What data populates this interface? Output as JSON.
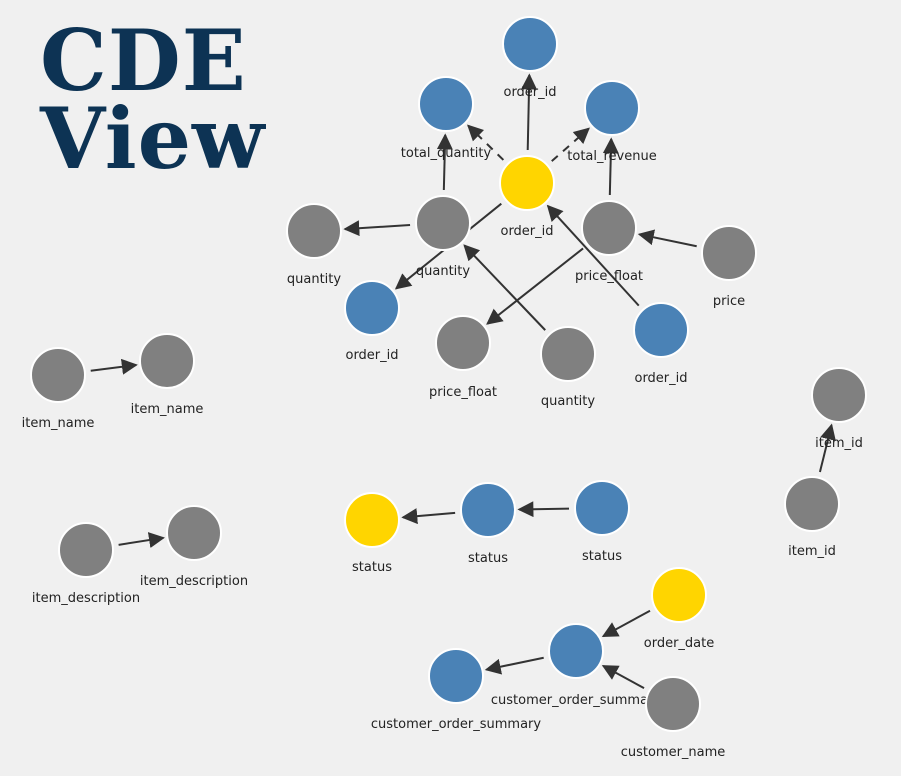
{
  "title": {
    "line1": "CDE",
    "line2": "View"
  },
  "colors": {
    "source": "#808080",
    "model": "#4a82b6",
    "seed": "#ffd500",
    "edge": "#333333",
    "title": "#0d3354"
  },
  "nodes": [
    {
      "id": "n1",
      "label": "order_id",
      "kind": "model"
    },
    {
      "id": "n2",
      "label": "total_quantity",
      "kind": "model"
    },
    {
      "id": "n3",
      "label": "total_revenue",
      "kind": "model"
    },
    {
      "id": "n4",
      "label": "order_id",
      "kind": "seed"
    },
    {
      "id": "n5",
      "label": "quantity",
      "kind": "source"
    },
    {
      "id": "n6",
      "label": "quantity",
      "kind": "source"
    },
    {
      "id": "n7",
      "label": "price_float",
      "kind": "source"
    },
    {
      "id": "n8",
      "label": "price",
      "kind": "source"
    },
    {
      "id": "n9",
      "label": "order_id",
      "kind": "model"
    },
    {
      "id": "n10",
      "label": "price_float",
      "kind": "source"
    },
    {
      "id": "n11",
      "label": "quantity",
      "kind": "source"
    },
    {
      "id": "n12",
      "label": "order_id",
      "kind": "model"
    },
    {
      "id": "n13",
      "label": "item_name",
      "kind": "source"
    },
    {
      "id": "n14",
      "label": "item_name",
      "kind": "source"
    },
    {
      "id": "n15",
      "label": "item_id",
      "kind": "source"
    },
    {
      "id": "n16",
      "label": "item_id",
      "kind": "source"
    },
    {
      "id": "n17",
      "label": "item_description",
      "kind": "source"
    },
    {
      "id": "n18",
      "label": "item_description",
      "kind": "source"
    },
    {
      "id": "n19",
      "label": "status",
      "kind": "seed"
    },
    {
      "id": "n20",
      "label": "status",
      "kind": "model"
    },
    {
      "id": "n21",
      "label": "status",
      "kind": "model"
    },
    {
      "id": "n22",
      "label": "order_date",
      "kind": "seed"
    },
    {
      "id": "n23",
      "label": "customer_order_summary",
      "kind": "model"
    },
    {
      "id": "n24",
      "label": "customer_order_summary",
      "kind": "model"
    },
    {
      "id": "n25",
      "label": "customer_name",
      "kind": "source"
    }
  ],
  "edges": [
    {
      "from": "n4",
      "to": "n1",
      "style": "solid"
    },
    {
      "from": "n4",
      "to": "n2",
      "style": "dashed"
    },
    {
      "from": "n4",
      "to": "n3",
      "style": "dashed"
    },
    {
      "from": "n6",
      "to": "n2",
      "style": "solid"
    },
    {
      "from": "n6",
      "to": "n5",
      "style": "solid"
    },
    {
      "from": "n4",
      "to": "n9",
      "style": "solid"
    },
    {
      "from": "n7",
      "to": "n3",
      "style": "solid"
    },
    {
      "from": "n8",
      "to": "n7",
      "style": "solid"
    },
    {
      "from": "n7",
      "to": "n10",
      "style": "solid"
    },
    {
      "from": "n11",
      "to": "n6",
      "style": "solid"
    },
    {
      "from": "n12",
      "to": "n4",
      "style": "solid"
    },
    {
      "from": "n13",
      "to": "n14",
      "style": "solid"
    },
    {
      "from": "n16",
      "to": "n15",
      "style": "solid"
    },
    {
      "from": "n17",
      "to": "n18",
      "style": "solid"
    },
    {
      "from": "n20",
      "to": "n19",
      "style": "solid"
    },
    {
      "from": "n21",
      "to": "n20",
      "style": "solid"
    },
    {
      "from": "n22",
      "to": "n23",
      "style": "solid"
    },
    {
      "from": "n23",
      "to": "n24",
      "style": "solid"
    },
    {
      "from": "n25",
      "to": "n23",
      "style": "solid"
    }
  ]
}
